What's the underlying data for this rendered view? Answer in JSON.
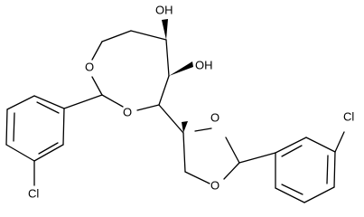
{
  "structure": {
    "colors": {
      "bond": "#000000",
      "label": "#000000",
      "background": "#ffffff"
    },
    "atoms": {
      "oh_top": "OH",
      "oh_right": "OH",
      "o_ring7_upper": "O",
      "o_ring7_lower": "O",
      "o_ring5_upper": "O",
      "o_ring5_lower": "O",
      "cl_left": "Cl",
      "cl_right": "Cl"
    }
  }
}
